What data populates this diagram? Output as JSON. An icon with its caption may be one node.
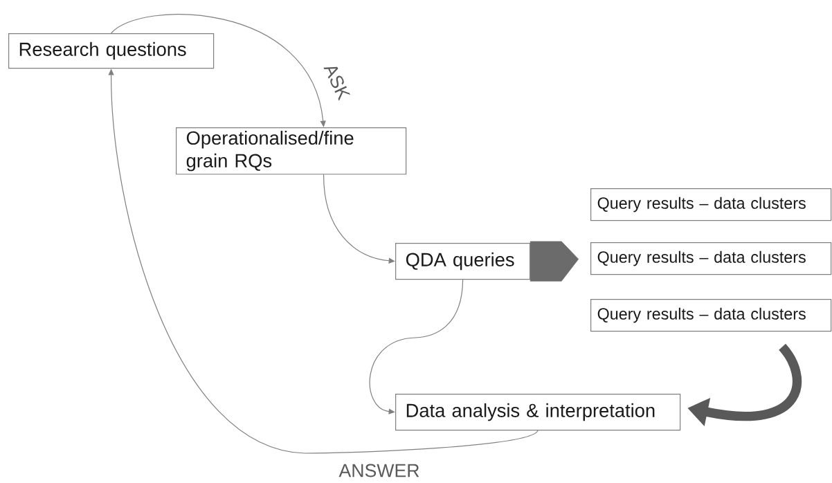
{
  "diagram": {
    "nodes": [
      {
        "text": [
          "Research questions"
        ]
      },
      {
        "text": [
          "Operationalised/fine grain RQs"
        ]
      },
      {
        "text": [
          "QDA queries"
        ]
      },
      {
        "text": [
          "Query results – data clusters"
        ]
      },
      {
        "text": [
          "Query results – data clusters"
        ]
      },
      {
        "text": [
          "Query results – data clusters"
        ]
      },
      {
        "text": [
          "Data analysis & interpretation"
        ]
      }
    ],
    "edges": [
      {
        "from": 0,
        "to": 1,
        "arrow": "to",
        "label": "ASK"
      },
      {
        "from": 1,
        "to": 2,
        "arrow": "to"
      },
      {
        "from": 2,
        "to": 4,
        "arrow": "to",
        "style": "thick",
        "color": "#6b6b6b"
      },
      {
        "from": 2,
        "to": 6,
        "arrow": "to"
      },
      {
        "from": 5,
        "to": 6,
        "arrow": "to",
        "style": "thick",
        "color": "#595959"
      },
      {
        "from": 6,
        "to": 0,
        "arrow": "to",
        "label": "ANSWER"
      }
    ]
  }
}
